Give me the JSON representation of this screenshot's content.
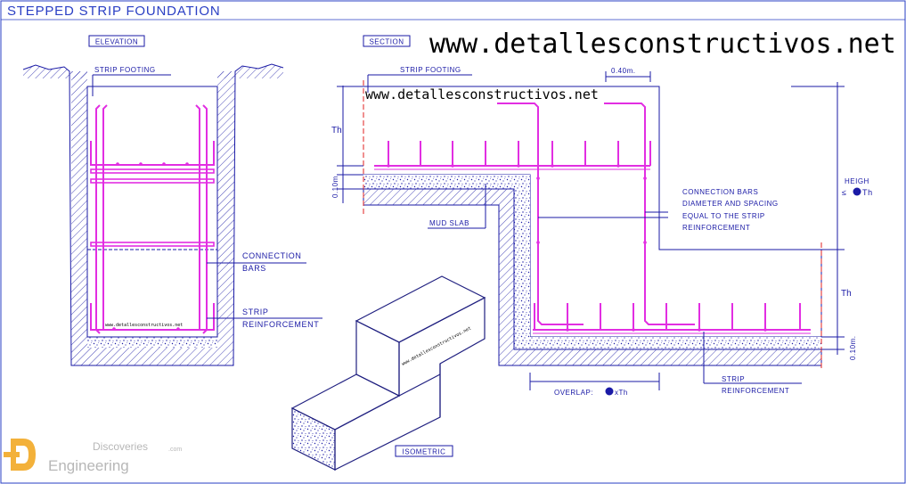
{
  "title": "STEPPED STRIP FOUNDATION",
  "watermark": {
    "main": "www.detallesconstructivos.net",
    "section": "www.detallesconstructivos.net",
    "elevation_small": "www.detallesconstructivos.net",
    "isometric_small": "www.detallesconstructivos.net"
  },
  "elevation": {
    "label": "ELEVATION",
    "strip_footing": "STRIP FOOTING",
    "connection_bars_1": "CONNECTION",
    "connection_bars_2": "BARS",
    "strip_reinf_1": "STRIP",
    "strip_reinf_2": "REINFORCEMENT"
  },
  "section": {
    "label": "SECTION",
    "strip_footing": "STRIP FOOTING",
    "dim_040": "0.40m.",
    "th_top": "Th",
    "th_bottom": "Th",
    "dim_010_left": "0.10m.",
    "dim_010_right": "0.10m.",
    "mud_slab": "MUD SLAB",
    "conn_1": "CONNECTION BARS",
    "conn_2": "DIAMETER AND SPACING",
    "conn_3": "EQUAL TO THE STRIP",
    "conn_4": "REINFORCEMENT",
    "height_1": "HEIGH",
    "height_prefix": "≤",
    "height_suffix": "Th",
    "overlap_prefix": "OVERLAP:",
    "overlap_suffix": "xTh",
    "strip_reinf_1": "STRIP",
    "strip_reinf_2": "REINFORCEMENT"
  },
  "isometric": {
    "label": "ISOMETRIC"
  },
  "logo": {
    "top": "Discoveries",
    "com": ".com",
    "bottom": "Engineering"
  },
  "colors": {
    "line": "#1a1aa6",
    "rebar": "#e22ee2",
    "title": "#2a3fc4",
    "marker": "#e02020"
  }
}
